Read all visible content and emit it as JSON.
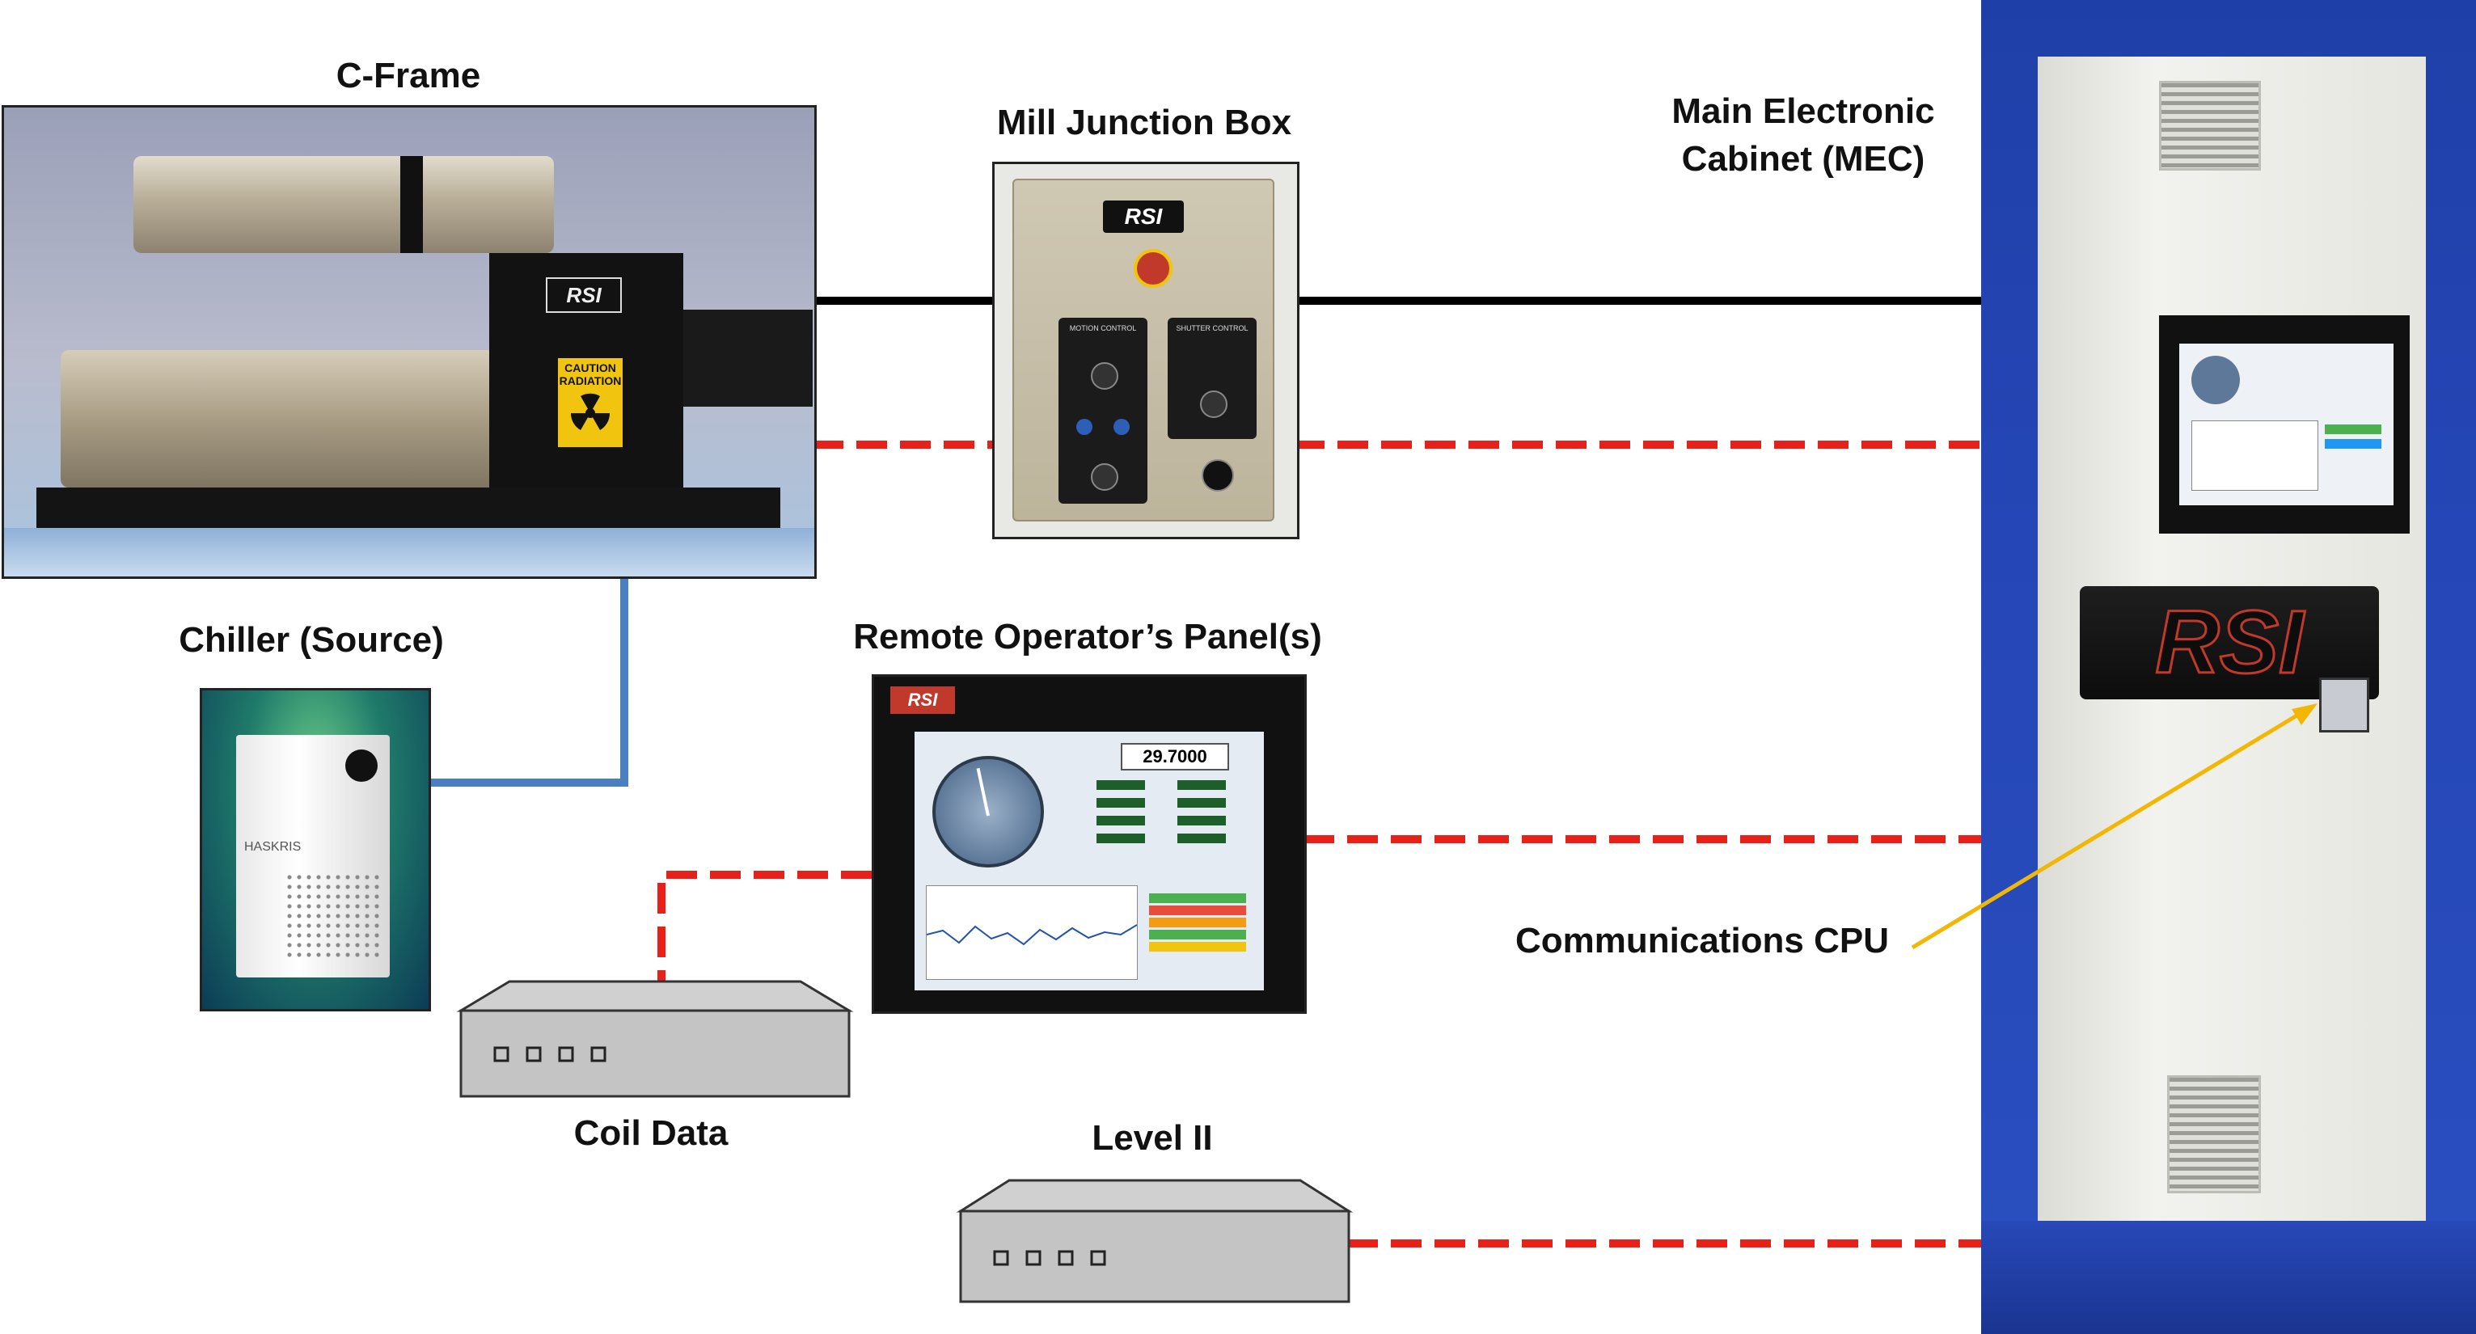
{
  "labels": {
    "c_frame": "C-Frame",
    "mill_junction_box": "Mill Junction Box",
    "mec_line1": "Main Electronic",
    "mec_line2": "Cabinet  (MEC)",
    "chiller": "Chiller (Source)",
    "remote_panel": "Remote Operator’s Panel(s)",
    "comm_cpu": "Communications CPU",
    "coil_data": "Coil Data",
    "level_ii": "Level II"
  },
  "photo_text": {
    "cframe_logo": "RSI",
    "cframe_hazard": "CAUTION RADIATION",
    "jbox_logo": "RSI",
    "jbox_left_panel": "MOTION CONTROL",
    "jbox_right_panel": "SHUTTER CONTROL",
    "chiller_brand": "HASKRIS",
    "rop_logo": "RSI",
    "rop_readout": "29.7000",
    "mec_logo": "RSI"
  },
  "colors": {
    "wire_black": "#000000",
    "wire_red_dashed": "#e8201a",
    "wire_blue": "#4a7fc4",
    "pointer_yellow": "#f2b705"
  },
  "icons": [
    "radiation-hazard-icon",
    "gauge-icon"
  ]
}
